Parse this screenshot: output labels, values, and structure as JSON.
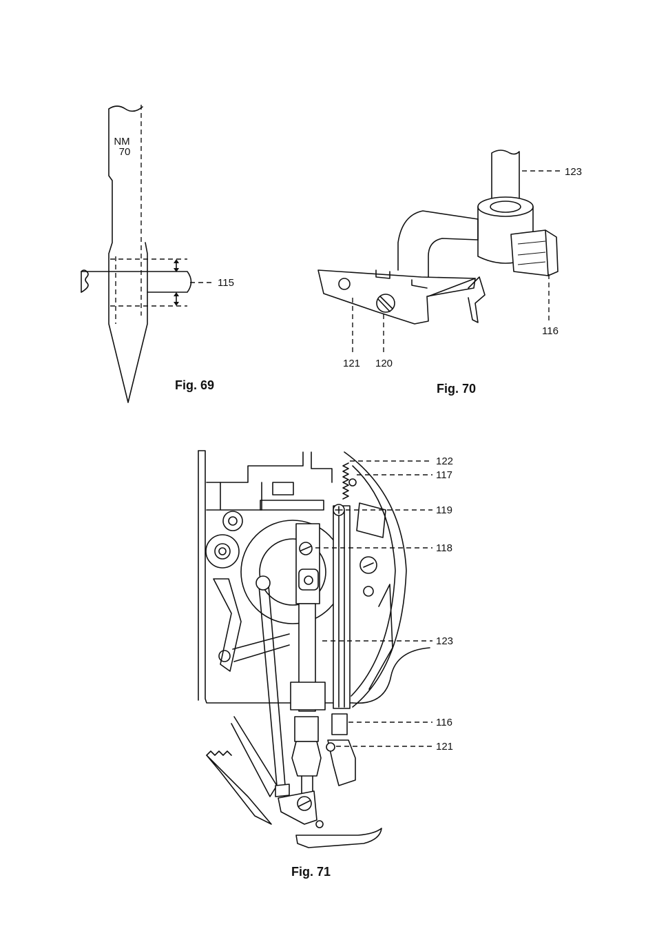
{
  "fig69": {
    "caption": "Fig. 69",
    "needle_marking_1": "NM",
    "needle_marking_2": "70",
    "callout_115": "115"
  },
  "fig70": {
    "caption": "Fig. 70",
    "callout_123": "123",
    "callout_116": "116",
    "callout_121": "121",
    "callout_120": "120"
  },
  "fig71": {
    "caption": "Fig. 71",
    "callouts": [
      "122",
      "117",
      "119",
      "118",
      "123",
      "116",
      "121"
    ]
  }
}
